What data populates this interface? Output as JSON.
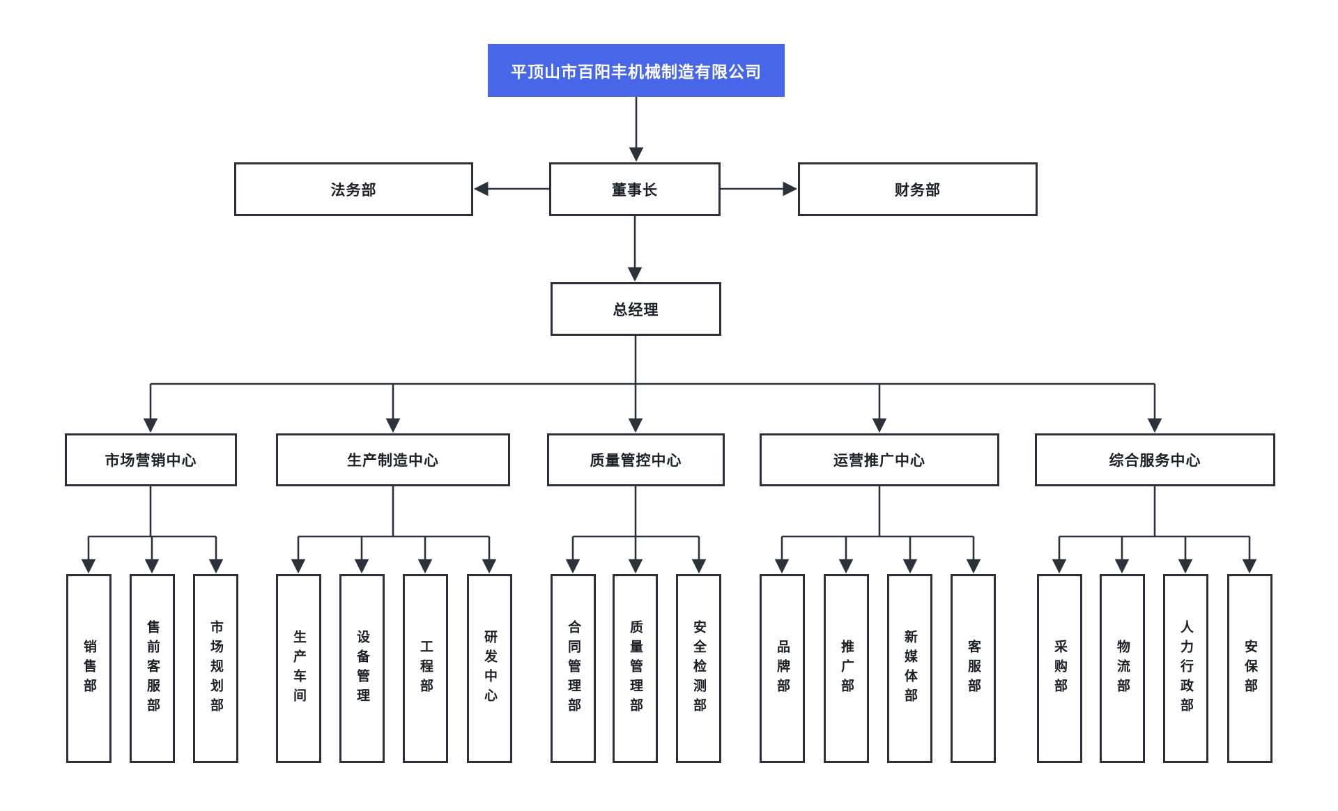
{
  "company": {
    "name": "平顶山市百阳丰机械制造有限公司"
  },
  "executive": {
    "chairman": "董事长",
    "legal": "法务部",
    "finance": "财务部",
    "general_manager": "总经理"
  },
  "centers": [
    {
      "label": "市场营销中心",
      "departments": [
        "销售部",
        "售前客服部",
        "市场规划部"
      ]
    },
    {
      "label": "生产制造中心",
      "departments": [
        "生产车间",
        "设备管理",
        "工程部",
        "研发中心"
      ]
    },
    {
      "label": "质量管控中心",
      "departments": [
        "合同管理部",
        "质量管理部",
        "安全检测部"
      ]
    },
    {
      "label": "运营推广中心",
      "departments": [
        "品牌部",
        "推广部",
        "新媒体部",
        "客服部"
      ]
    },
    {
      "label": "综合服务中心",
      "departments": [
        "采购部",
        "物流部",
        "人力行政部",
        "安保部"
      ]
    }
  ],
  "colors": {
    "root_fill": "#4867e8",
    "root_text": "#ffffff",
    "box_border": "#2b303a",
    "line": "#2c323b",
    "text": "#1b1f26",
    "background": "#ffffff"
  }
}
